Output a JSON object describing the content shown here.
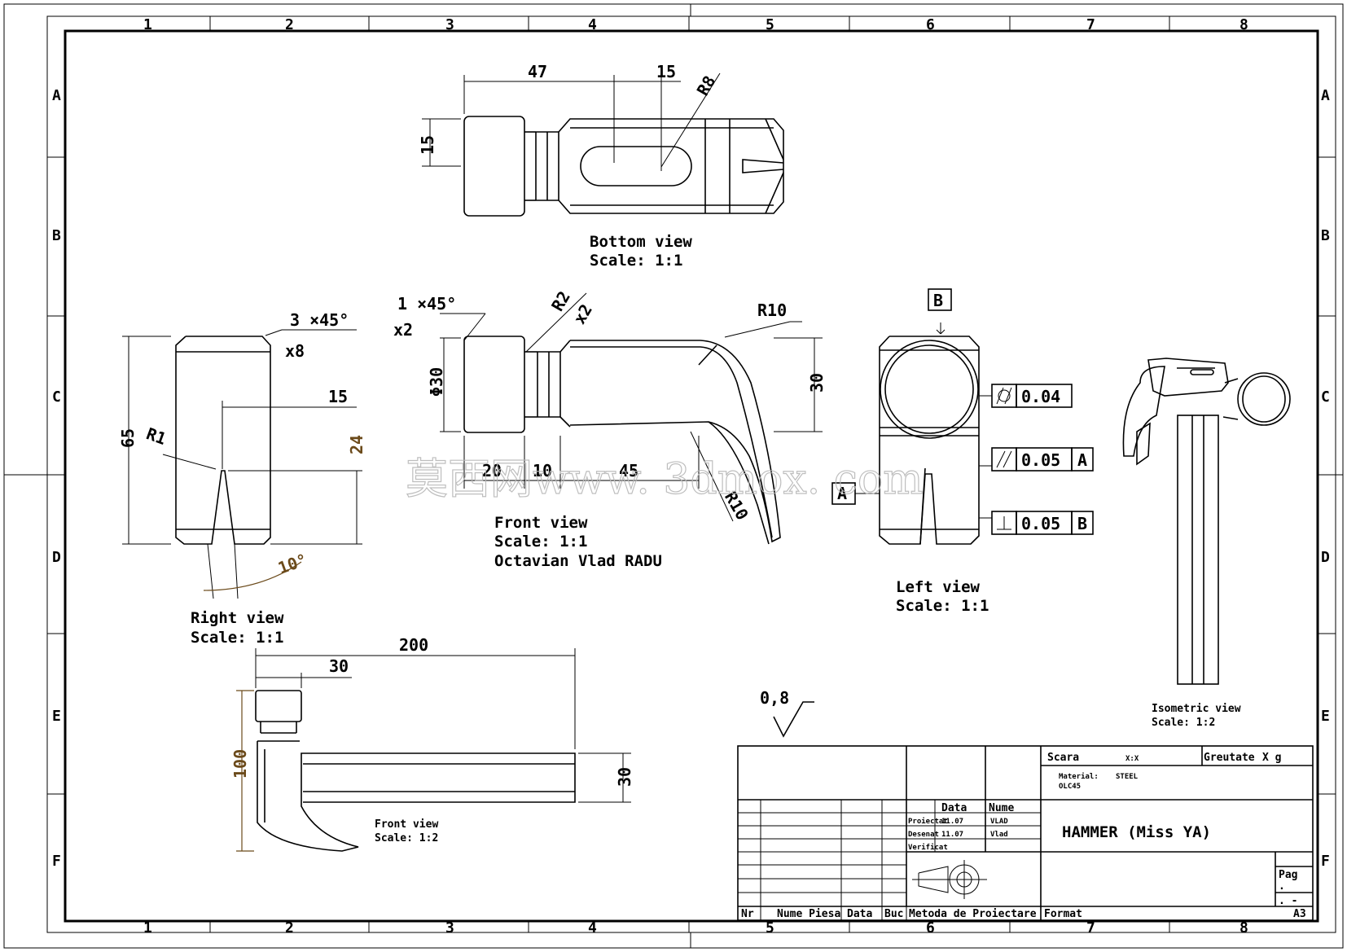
{
  "sheet": {
    "col_labels": [
      "1",
      "2",
      "3",
      "4",
      "5",
      "6",
      "7",
      "8"
    ],
    "row_labels": [
      "A",
      "B",
      "C",
      "D",
      "E",
      "F"
    ]
  },
  "bottom_view": {
    "caption": "Bottom view",
    "scale": "Scale:  1:1",
    "dims": [
      "47",
      "15",
      "R8",
      "15"
    ]
  },
  "front_view": {
    "caption": "Front view",
    "scale": "Scale:  1:1",
    "author": "Octavian Vlad RADU",
    "dims": [
      "1 ×45°",
      "x2",
      "R2",
      "x2",
      "R10",
      "Φ30",
      "30",
      "20",
      "10",
      "45",
      "R10"
    ]
  },
  "right_view": {
    "caption": "Right view",
    "scale": "Scale:  1:1",
    "dims": [
      "3 ×45°",
      "x8",
      "15",
      "65",
      "R1",
      "24",
      "10°"
    ]
  },
  "left_view": {
    "caption": "Left view",
    "scale": "Scale:  1:1",
    "datum_a": "A",
    "datum_b": "B",
    "tolerances": [
      {
        "symbol": "cylindricity",
        "value": "0.04",
        "datum": ""
      },
      {
        "symbol": "parallelism",
        "value": "0.05",
        "datum": "A"
      },
      {
        "symbol": "perpendicularity",
        "value": "0.05",
        "datum": "B"
      }
    ]
  },
  "front_view_small": {
    "caption": "Front view",
    "scale": "Scale:  1:2",
    "dims": [
      "200",
      "30",
      "100",
      "30"
    ]
  },
  "isometric_view": {
    "caption": "Isometric view",
    "scale": "Scale:  1:2"
  },
  "surface_finish": "0,8",
  "watermark": "莫西网www. 3dmox. com",
  "title_block": {
    "scara_label": "Scara",
    "scara_value": "X:X",
    "greutate_label": "Greutate",
    "greutate_value": "X g",
    "material_label": "Material:",
    "material_value": "STEEL",
    "material_code": "OLC45",
    "data_label": "Data",
    "nume_label": "Nume",
    "proiectat": "Proiectat",
    "desenat": "Desenat",
    "verificat": "Verificat",
    "date1": "11.07",
    "date2": "11.07",
    "name1": "VLAD",
    "name2": "Vlad",
    "title": "HAMMER (Miss YA)",
    "pag_label": "Pag",
    "pag_value1": ".",
    "pag_value2": ". -",
    "nr": "Nr",
    "nume_piesa": "Nume Piesa",
    "data_col": "Data",
    "buc": "Buc",
    "metoda": "Metoda de Proiectare",
    "format_label": "Format",
    "format_value": "A3"
  },
  "colors": {
    "line": "#000000",
    "dimension_brown": "#6b4a1a",
    "watermark": "#b8b8b8"
  }
}
